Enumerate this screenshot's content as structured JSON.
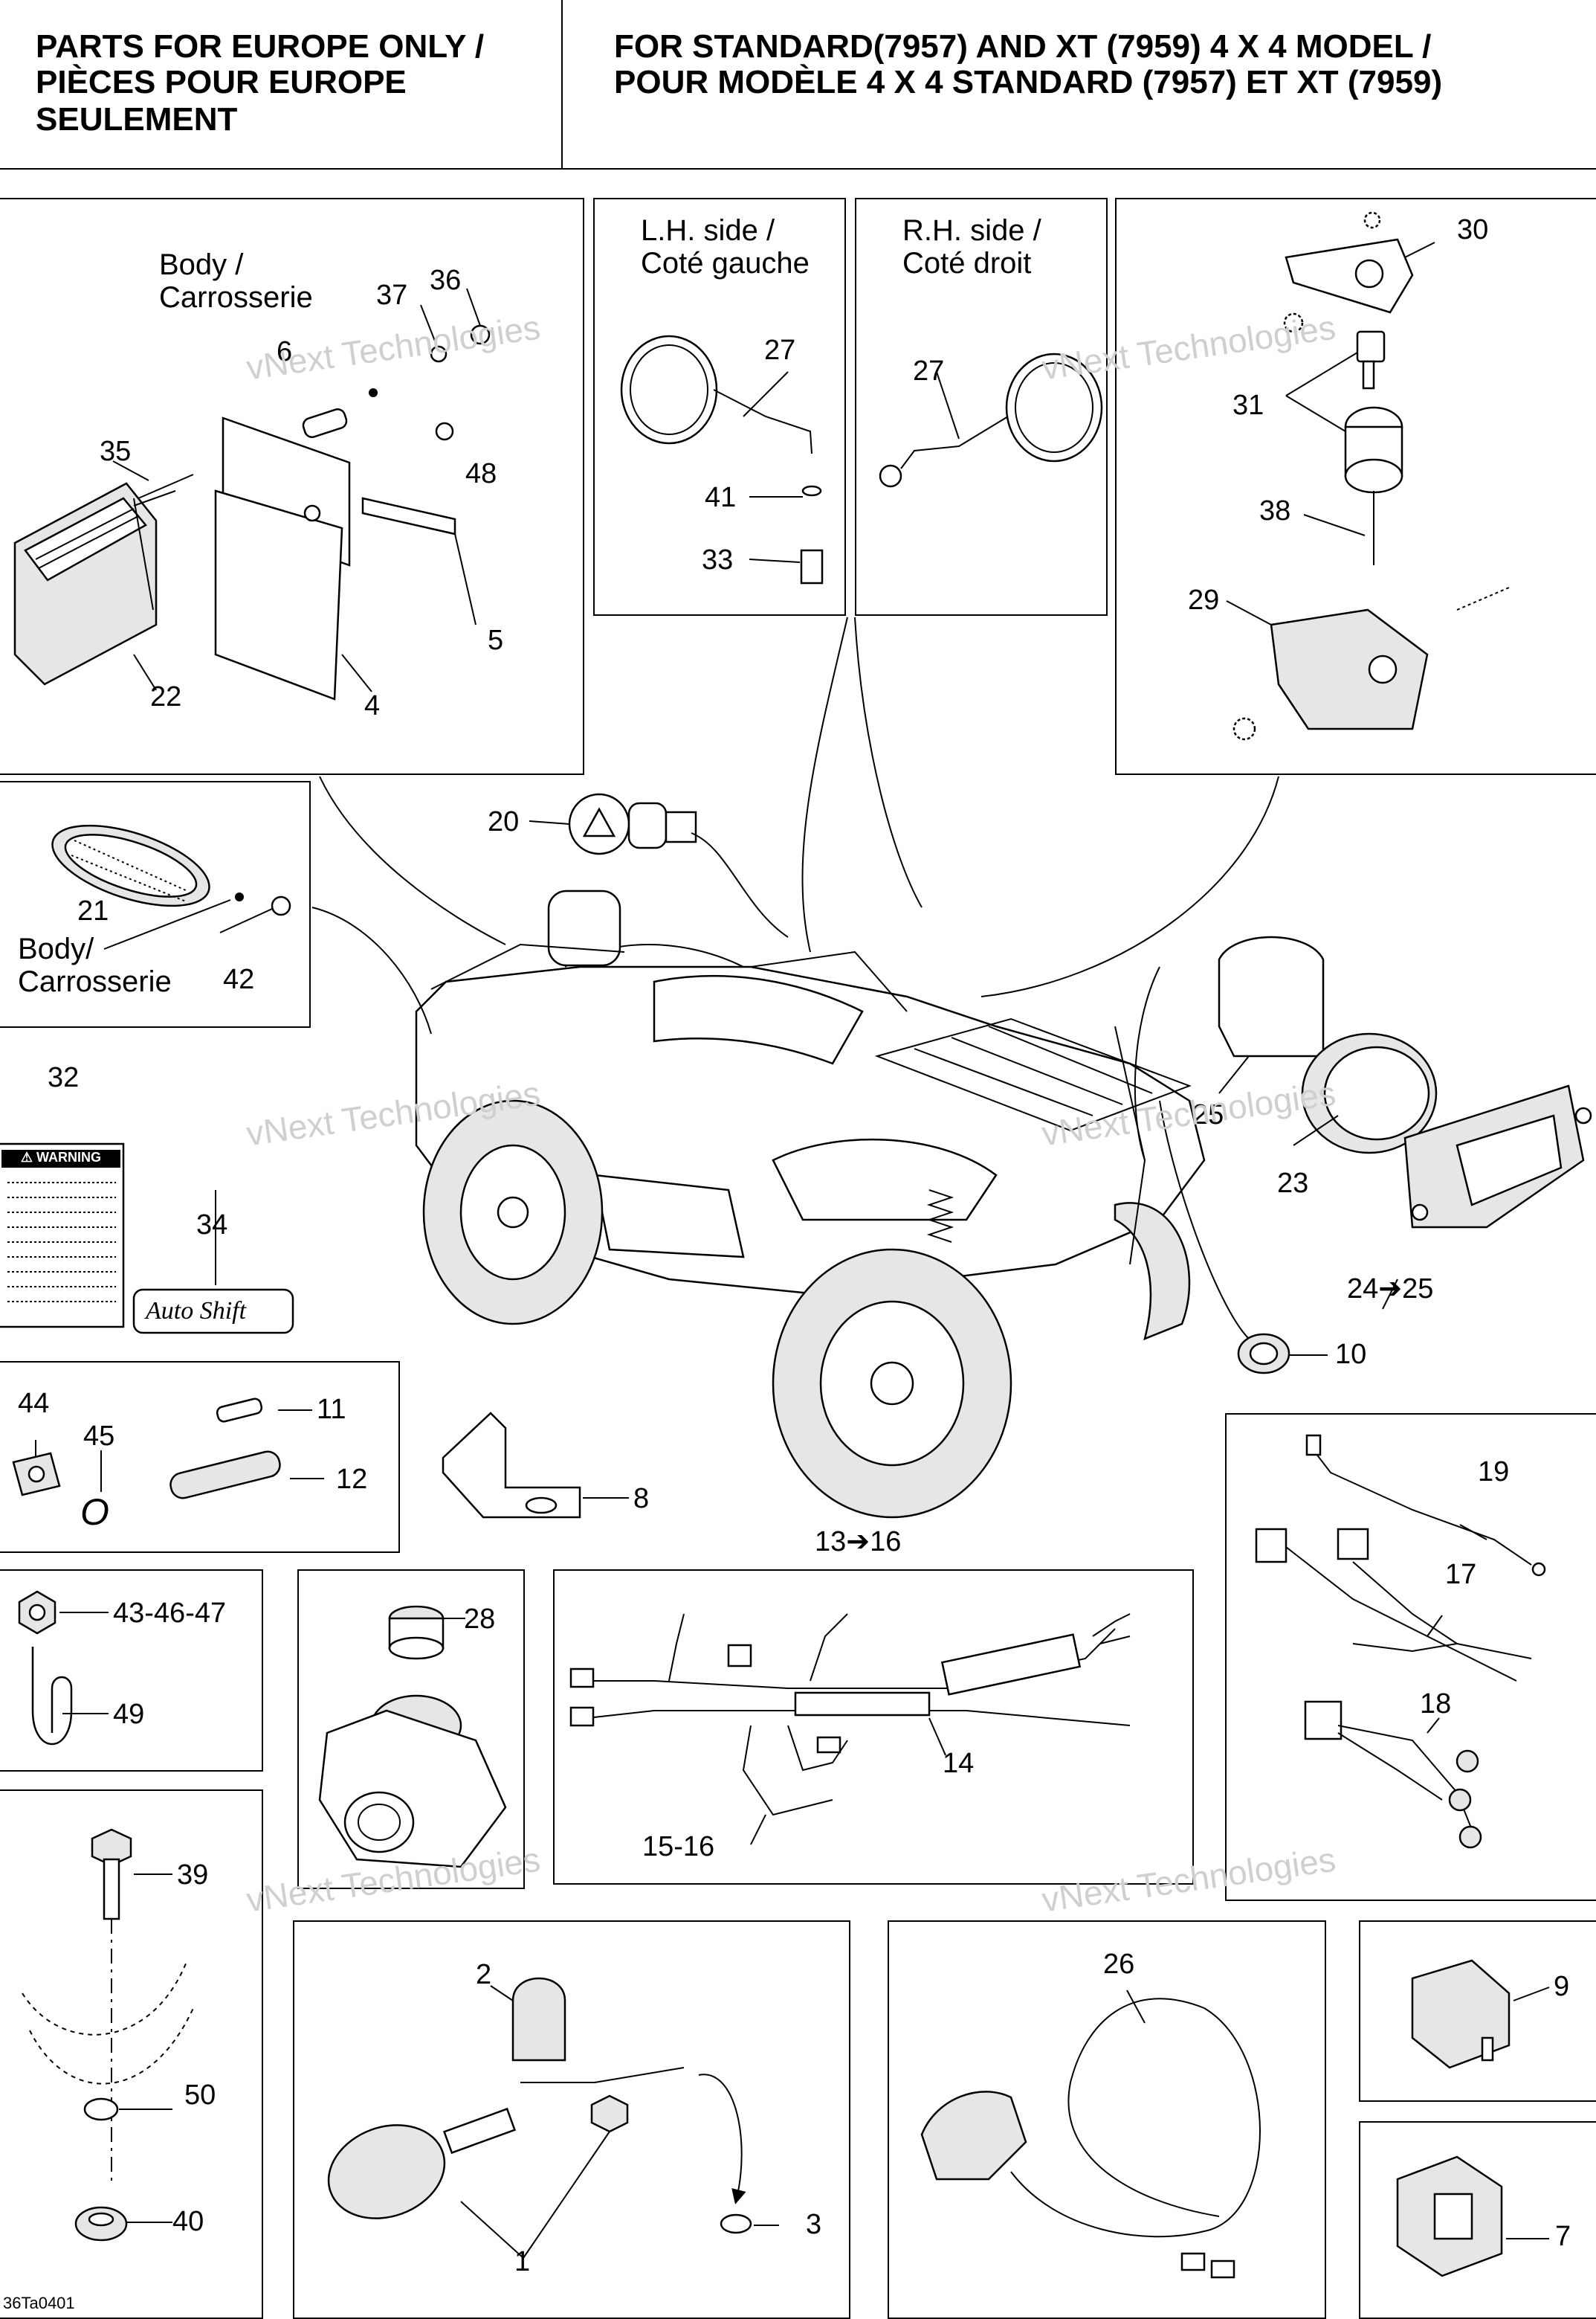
{
  "header": {
    "left_lines": [
      "PARTS FOR EUROPE ONLY /",
      "PIÈCES POUR EUROPE",
      "SEULEMENT"
    ],
    "right_lines": [
      "FOR STANDARD(7957) AND XT (7959) 4 X 4 MODEL /",
      "POUR MODÈLE 4 X 4 STANDARD (7957) ET XT (7959)"
    ]
  },
  "captions": {
    "body_1": "Body /\nCarrosserie",
    "lh_side": "L.H. side /\nCoté gauche",
    "rh_side": "R.H. side /\nCoté droit",
    "body_2": "Body/\nCarrosserie"
  },
  "labels": [
    "30",
    "36",
    "37",
    "6",
    "35",
    "48",
    "5",
    "22",
    "4",
    "27",
    "41",
    "33",
    "27",
    "31",
    "38",
    "29",
    "20",
    "21",
    "42",
    "25",
    "23",
    "24➔25",
    "10",
    "32",
    "34",
    "44",
    "45",
    "11",
    "12",
    "8",
    "13➔16",
    "19",
    "17",
    "18",
    "43-46-47",
    "28",
    "49",
    "14",
    "15-16",
    "39",
    "2",
    "26",
    "9",
    "50",
    "40",
    "3",
    "1",
    "7"
  ],
  "warning_label": {
    "title": "⚠ WARNING"
  },
  "autoshift_label": {
    "text": "Auto Shift"
  },
  "small_part_45": "O",
  "watermark": {
    "line1": "vNext Technologies",
    "line2": "Technologies"
  },
  "footer_code": "36Ta0401",
  "colors": {
    "ink": "#000000",
    "watermark": "#cfcfcf",
    "background": "#ffffff"
  }
}
